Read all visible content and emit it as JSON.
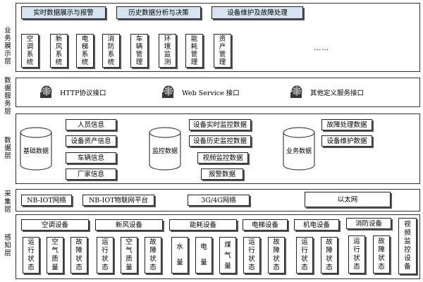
{
  "layers": {
    "business": "业务展示层",
    "data_service": "数据服务层",
    "data": "数据层",
    "collection": "采集层",
    "perception": "感知层"
  },
  "business_top": [
    "实时数据展示与报警",
    "历史数据分析与决策",
    "设备维护及故障处理"
  ],
  "business_systems": [
    "空调系统",
    "新风系统",
    "电梯系统",
    "消防系统",
    "车辆管理",
    "环境监测",
    "能耗管理",
    "资产管理"
  ],
  "business_ellipsis": "……",
  "interfaces": [
    "HTTP协议接口",
    "Web Service 接口",
    "其他定义服务接口"
  ],
  "data_layer": {
    "base_db": "基础数据",
    "monitor_db": "监控数据",
    "business_db": "业务数据",
    "base_items": [
      "人员信息",
      "设备资产信息",
      "车辆信息",
      "厂家信息"
    ],
    "monitor_items": [
      "设备实时监控数据",
      "设备历史监控数据",
      "视频监控数据",
      "报警数据"
    ],
    "business_items": [
      "故障处理数据",
      "设备维护数据"
    ]
  },
  "collection": [
    "NB-IOT网络",
    "NB-IOT物联网平台",
    "3G/4G网络",
    "以太网"
  ],
  "perception": {
    "groups": [
      "空调设备",
      "新风设备",
      "能耗设备",
      "电梯设备",
      "机电设备",
      "消防设备"
    ],
    "video": "视频监控设备",
    "ac_items": [
      "运行状态",
      "空气质量",
      "故障状态"
    ],
    "fresh_items": [
      "运行状态",
      "空气质量",
      "故障状态"
    ],
    "energy_items": [
      "水量",
      "电量",
      "煤气量"
    ],
    "elevator_items": [
      "运行状态",
      "故障状态"
    ],
    "mech_items": [
      "运行状态",
      "故障状态"
    ],
    "fire_items": [
      "运行状态",
      "故障状态"
    ]
  }
}
